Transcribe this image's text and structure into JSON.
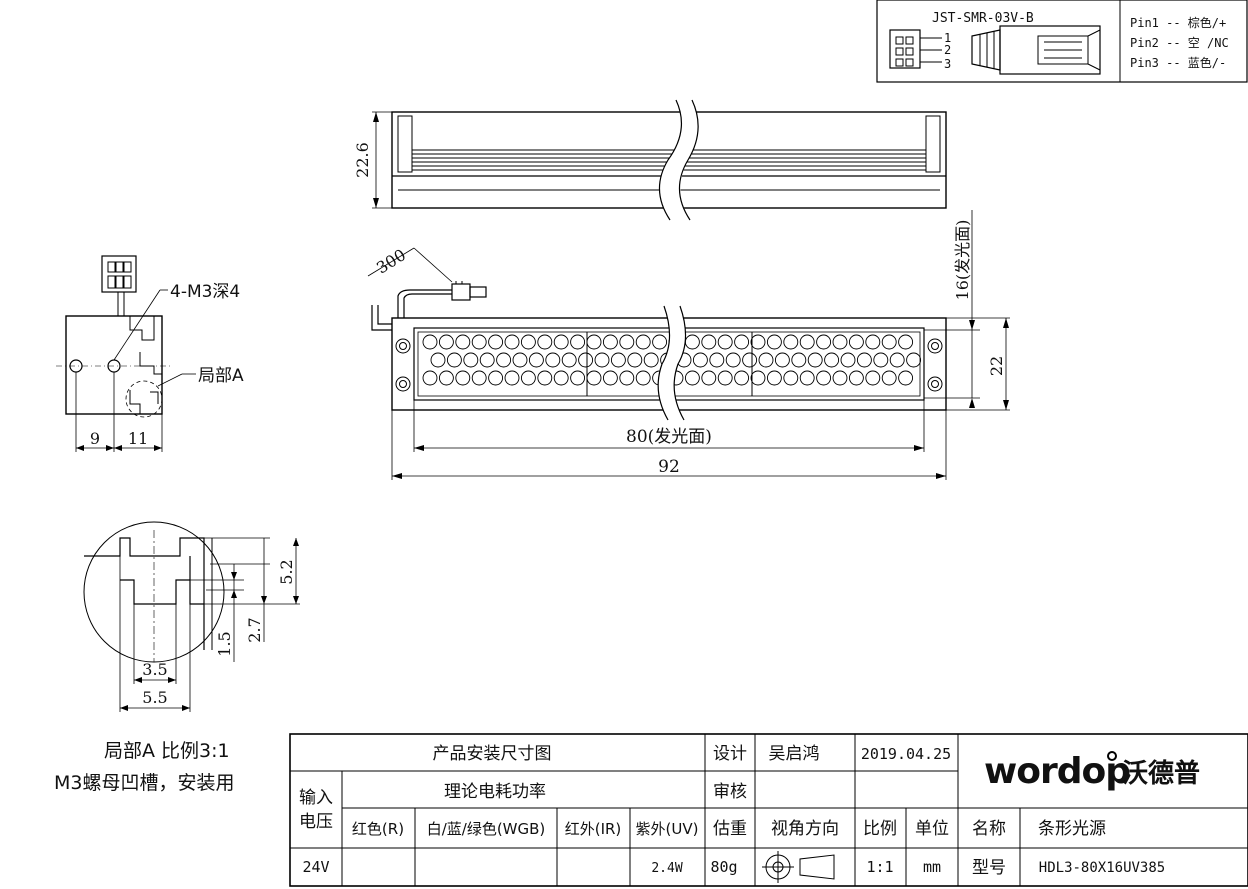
{
  "connector": {
    "model": "JST-SMR-03V-B",
    "pin_numbers": [
      "1",
      "2",
      "3"
    ],
    "pins": [
      "Pin1 -- 棕色/+",
      "Pin2 -- 空 /NC",
      "Pin3 -- 蓝色/-"
    ]
  },
  "dimensions": {
    "height_side": "22.6",
    "cable": "300",
    "emit_width": "16(发光面)",
    "width": "22",
    "emit_length": "80(发光面)",
    "total_length": "92",
    "end_9": "9",
    "end_11": "11",
    "detail_5_2": "5.2",
    "detail_2_7": "2.7",
    "detail_1_5": "1.5",
    "detail_3_5": "3.5",
    "detail_5_5": "5.5"
  },
  "callouts": {
    "screw": "4-M3深4",
    "local": "局部A"
  },
  "detail_note": {
    "line1": "局部A 比例3:1",
    "line2": "M3螺母凹槽，安装用"
  },
  "title_block": {
    "title": "产品安装尺寸图",
    "design_label": "设计",
    "designer": "吴启鸿",
    "date": "2019.04.25",
    "review_label": "审核",
    "input_label_1": "输入",
    "input_label_2": "电压",
    "power_label": "理论电耗功率",
    "col_red": "红色(R)",
    "col_wgb": "白/蓝/绿色(WGB)",
    "col_ir": "红外(IR)",
    "col_uv": "紫外(UV)",
    "weight_label": "估重",
    "view_label": "视角方向",
    "scale_label": "比例",
    "unit_label": "单位",
    "name_label": "名称",
    "name_value": "条形光源",
    "voltage": "24V",
    "uv_power": "2.4W",
    "weight": "80g",
    "scale": "1:1",
    "unit": "mm",
    "model_label": "型号",
    "model_value": "HDL3-80X16UV385"
  },
  "brand": {
    "latin": "wordop",
    "cn": "沃德普"
  }
}
